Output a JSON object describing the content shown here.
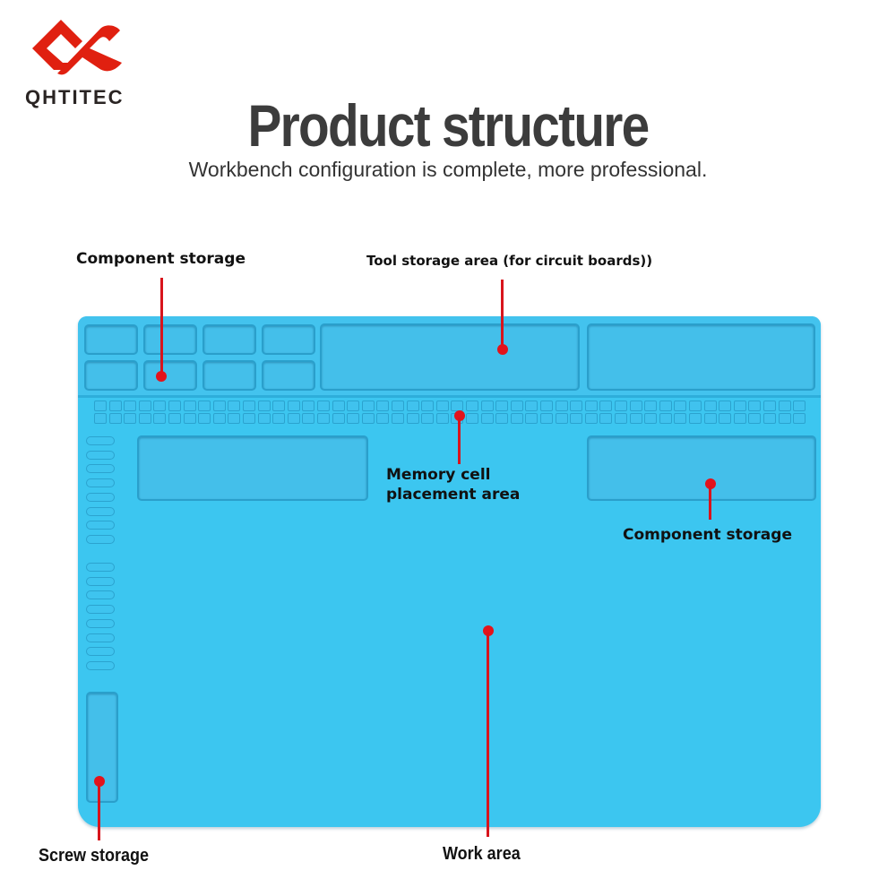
{
  "brand": {
    "name": "QHTITEC",
    "logo_color": "#e02010"
  },
  "header": {
    "title": "Product structure",
    "subtitle": "Workbench configuration is complete, more professional."
  },
  "product": {
    "name": "Silicone workbench mat",
    "color": "#3cc6f0"
  },
  "callouts": [
    {
      "id": "component-storage-top",
      "label": "Component storage"
    },
    {
      "id": "tool-storage",
      "label": "Tool storage area (for circuit boards))"
    },
    {
      "id": "memory-cell",
      "label_line1": "Memory cell",
      "label_line2": "placement area"
    },
    {
      "id": "component-storage-right",
      "label": "Component storage"
    },
    {
      "id": "work-area",
      "label": "Work area"
    },
    {
      "id": "screw-storage",
      "label": "Screw storage"
    }
  ],
  "colors": {
    "pin": "#e3131b",
    "text": "#111111",
    "title": "#3c3c3c"
  }
}
